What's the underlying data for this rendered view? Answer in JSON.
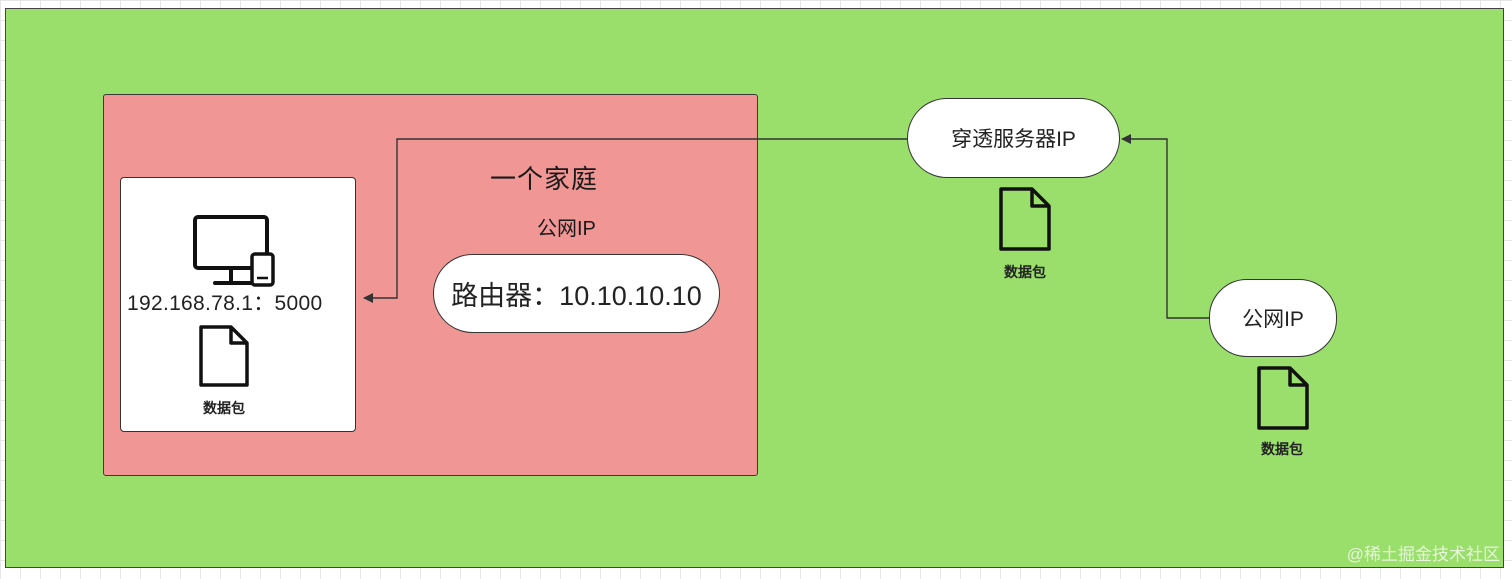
{
  "diagram": {
    "home_title": "一个家庭",
    "home_public_ip_label": "公网IP",
    "device_address": "192.168.78.1：5000",
    "router_label": "路由器：10.10.10.10",
    "server_label": "穿透服务器IP",
    "public_ip_node_label": "公网IP",
    "packet_label": "数据包",
    "watermark": "@稀土掘金技术社区"
  },
  "icons": {
    "computer": "computer-phone-icon",
    "packet": "document-icon"
  },
  "colors": {
    "canvas": "#9ade6c",
    "home": "#f09795",
    "node_fill": "#ffffff"
  }
}
